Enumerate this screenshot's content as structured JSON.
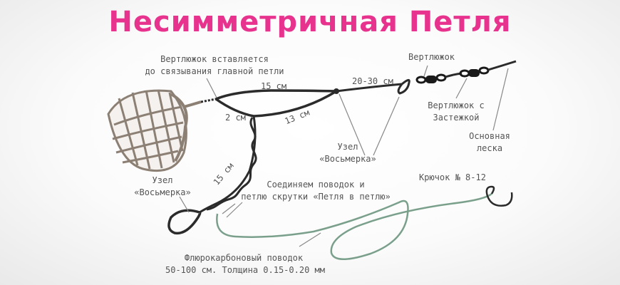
{
  "title": "Несимметричная Петля",
  "labels": {
    "swivel_insert_1": "Вертлюжок вставляется",
    "swivel_insert_2": "до связывания главной петли",
    "len_15": "15 см",
    "len_20_30": "20-30 см",
    "swivel": "Вертлюжок",
    "swivel_snap_1": "Вертлюжок с",
    "swivel_snap_2": "Застежкой",
    "main_line_1": "Основная",
    "main_line_2": "леска",
    "len_2": "2 см",
    "len_13": "13 см",
    "knot_right_1": "Узел",
    "knot_right_2": "«Восьмерка»",
    "len_15_braid": "15 см",
    "knot_left_1": "Узел",
    "knot_left_2": "«Восьмерка»",
    "connect_1": "Соединяем поводок и",
    "connect_2": "петлю скрутки «Петля в петлю»",
    "hook": "Крючок № 8-12",
    "fluoro_1": "Флюрокарбоновый поводок",
    "fluoro_2": "50-100 см. Толщина 0.15-0.20 мм"
  },
  "colors": {
    "title": "#e8338e",
    "line": "#2b2b2b",
    "leader": "#7aa08c",
    "feeder": "#8c7f74",
    "text": "#555555"
  }
}
